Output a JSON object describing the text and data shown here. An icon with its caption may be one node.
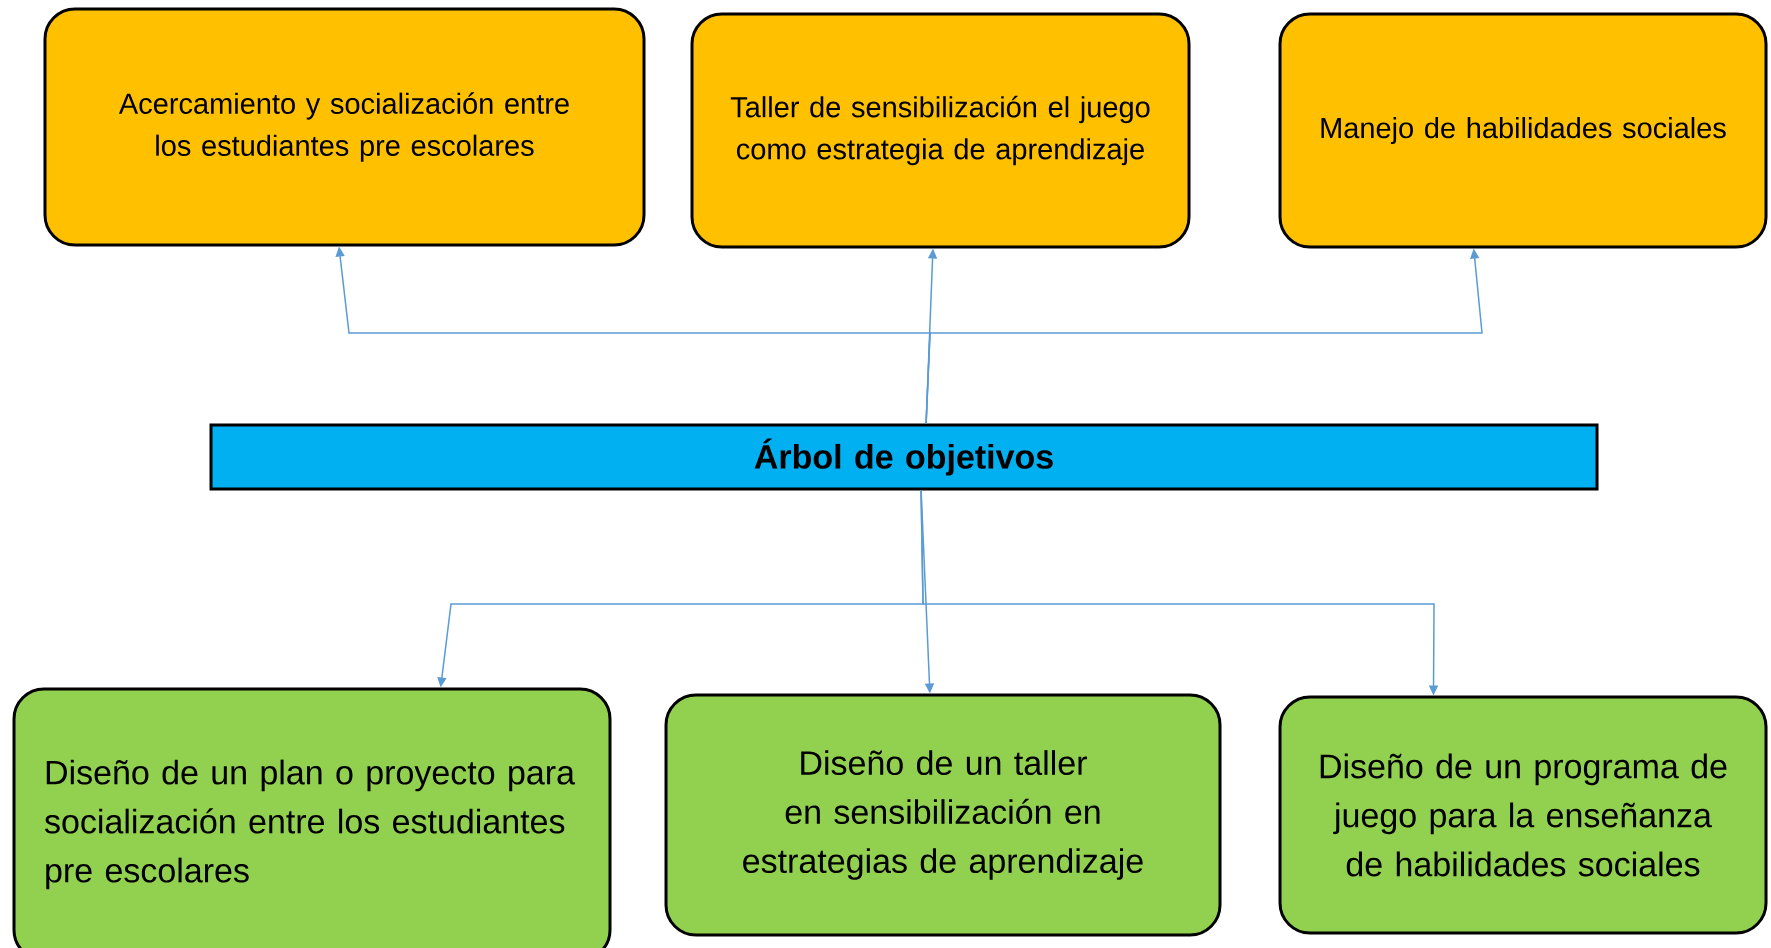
{
  "diagram": {
    "nodes": [
      {
        "text": [
          "Acercamiento y socialización entre los estudiantes pre escolares"
        ]
      },
      {
        "text": [
          "Taller de sensibilización el juego como estrategia de aprendizaje"
        ]
      },
      {
        "text": [
          "Manejo de habilidades sociales"
        ]
      },
      {
        "text": [
          "Árbol de objetivos"
        ]
      },
      {
        "text": [
          "Diseño de un plan o proyecto para socialización entre los estudiantes pre escolares"
        ]
      },
      {
        "text": [
          "Diseño de un taller en sensibilización en estrategias de aprendizaje"
        ]
      },
      {
        "text": [
          "Diseño de un programa de juego para la enseñanza de habilidades sociales"
        ]
      }
    ],
    "edges": [
      {
        "from": 3,
        "to": 0,
        "arrow": "to"
      },
      {
        "from": 3,
        "to": 1,
        "arrow": "to"
      },
      {
        "from": 3,
        "to": 2,
        "arrow": "to"
      },
      {
        "from": 3,
        "to": 4,
        "arrow": "to"
      },
      {
        "from": 3,
        "to": 5,
        "arrow": "to"
      },
      {
        "from": 3,
        "to": 6,
        "arrow": "to"
      }
    ]
  }
}
